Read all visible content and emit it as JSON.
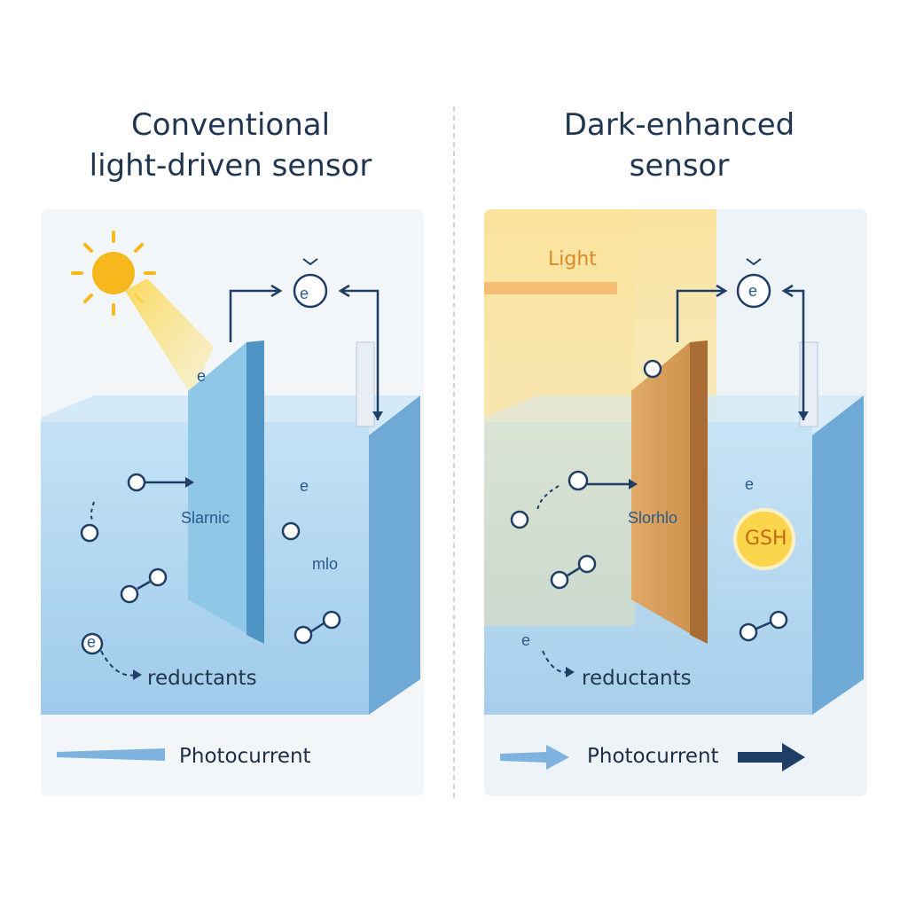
{
  "left_panel": {
    "title_line1": "Conventional",
    "title_line2": "light-driven sensor",
    "electrode_label": "Slarnic",
    "e_top": "e",
    "e_bottom": "e",
    "e_mid": "e",
    "mid_label": "mlo",
    "reductants": "reductants",
    "photocurrent": "Photocurrent",
    "circuit_label": "e"
  },
  "right_panel": {
    "title_line1": "Dark-enhanced",
    "title_line2": "sensor",
    "light_label": "Light",
    "electrode_label": "Slorhlo",
    "e_mid": "e",
    "e_bottom": "e",
    "gsh_label": "GSH",
    "reductants": "reductants",
    "photocurrent": "Photocurrent",
    "circuit_label": "e"
  },
  "colors": {
    "title": "#1f3550",
    "water": "#a9d2ef",
    "sun": "#f6b81c",
    "left_electrode": "#8fc8e6",
    "right_electrode": "#d39a5a",
    "arrow": "#1f3e66",
    "gsh_fill": "#fbd54b"
  },
  "icons": [
    "sun-icon",
    "ammeter-icon",
    "molecule-icon",
    "arrow-icon"
  ]
}
